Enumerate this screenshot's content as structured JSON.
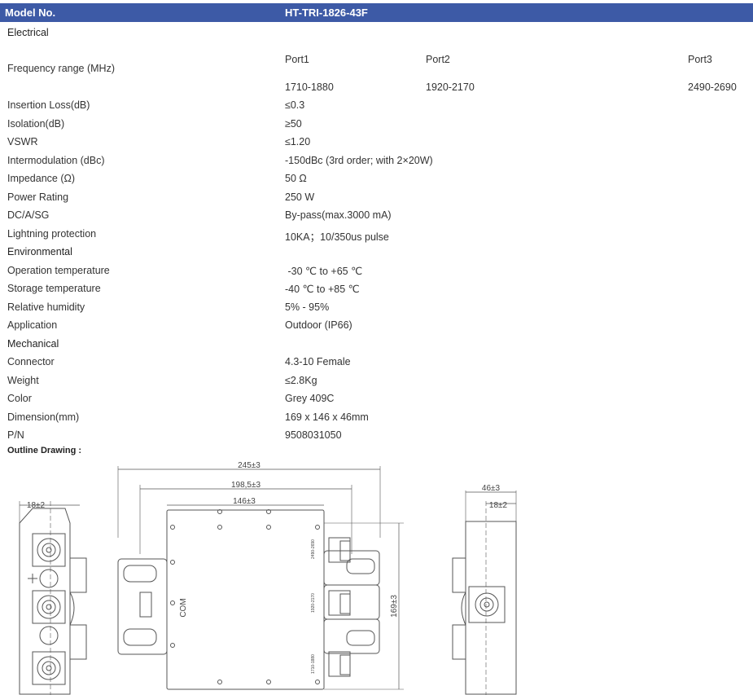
{
  "header": {
    "model_label": "Model No.",
    "model_value": "HT-TRI-1826-43F"
  },
  "sections": {
    "electrical": "Electrical",
    "environmental": "Environmental",
    "mechanical": "Mechanical"
  },
  "frequency": {
    "label": "Frequency range (MHz)",
    "ports": [
      {
        "name": "Port1",
        "range": "1710-1880"
      },
      {
        "name": "Port2",
        "range": "1920-2170"
      },
      {
        "name": "Port3",
        "range": "2490-2690"
      }
    ]
  },
  "electrical_rows": [
    {
      "label": "Insertion Loss(dB)",
      "value": "≤0.3"
    },
    {
      "label": "Isolation(dB)",
      "value": "≥50"
    },
    {
      "label": "VSWR",
      "value": "≤1.20"
    },
    {
      "label": "Intermodulation (dBc)",
      "value": "-150dBc (3rd order; with 2×20W)"
    },
    {
      "label": "Impedance (Ω)",
      "value": "50 Ω"
    },
    {
      "label": "Power Rating",
      "value": "250 W"
    },
    {
      "label": "DC/A/SG",
      "value": "By-pass(max.3000 mA)"
    },
    {
      "label": "Lightning protection",
      "value": "10KA；10/350us pulse"
    }
  ],
  "environmental_rows": [
    {
      "label": "Operation temperature",
      "value": " -30 ℃ to +65 ℃"
    },
    {
      "label": "Storage temperature",
      "value": "-40 ℃ to +85 ℃"
    },
    {
      "label": "Relative humidity",
      "value": "5% - 95%"
    },
    {
      "label": "Application",
      "value": "Outdoor (IP66)"
    }
  ],
  "mechanical_rows": [
    {
      "label": "Connector",
      "value": "4.3-10 Female"
    },
    {
      "label": "Weight",
      "value": "≤2.8Kg"
    },
    {
      "label": "Color",
      "value": "Grey 409C"
    },
    {
      "label": "Dimension(mm)",
      "value": "169 x 146 x 46mm"
    },
    {
      "label": "P/N",
      "value": "9508031050"
    }
  ],
  "outline": {
    "title": "Outline Drawing :",
    "dims": {
      "left_width": "18±2",
      "overall_width": "245±3",
      "mid_width": "198,5±3",
      "body_width": "146±3",
      "height": "169±3",
      "depth": "46±3",
      "side_offset": "18±2"
    },
    "labels": {
      "com": "COM",
      "p3": "2490-2690",
      "p2": "1920-2170",
      "p1": "1710-1880"
    }
  }
}
